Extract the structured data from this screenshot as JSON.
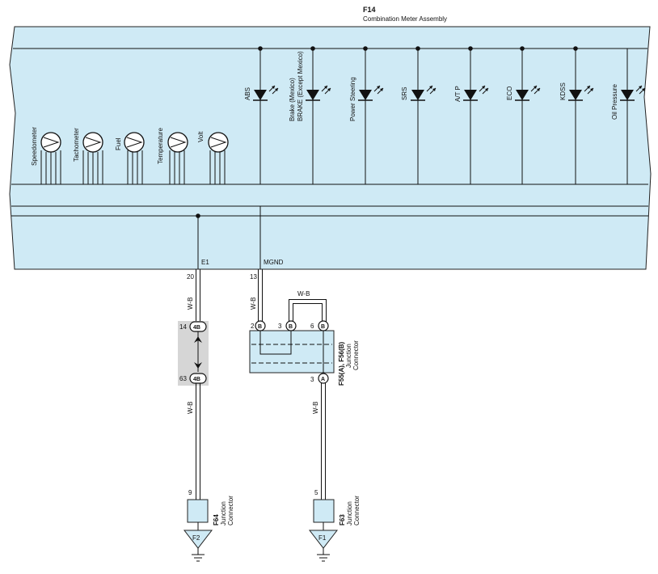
{
  "meter": {
    "code": "F14",
    "name": "Combination Meter Assembly"
  },
  "gauges": [
    {
      "label": "Speedometer",
      "icon": "gauge-icon"
    },
    {
      "label": "Tachometer",
      "icon": "gauge-icon"
    },
    {
      "label": "Fuel",
      "icon": "gauge-icon"
    },
    {
      "label": "Temperature",
      "icon": "gauge-icon"
    },
    {
      "label": "Volt",
      "icon": "gauge-icon"
    }
  ],
  "indicators": [
    {
      "lines": [
        "ABS"
      ],
      "icon": "led-icon"
    },
    {
      "lines": [
        "Brake (Mexico)",
        "BRAKE (Except Mexico)"
      ],
      "icon": "led-icon"
    },
    {
      "lines": [
        "Power Steering"
      ],
      "icon": "led-icon"
    },
    {
      "lines": [
        "SRS"
      ],
      "icon": "led-icon"
    },
    {
      "lines": [
        "A/T P"
      ],
      "icon": "led-icon"
    },
    {
      "lines": [
        "ECO"
      ],
      "icon": "led-icon"
    },
    {
      "lines": [
        "KDSS"
      ],
      "icon": "led-icon"
    },
    {
      "lines": [
        "Oil Pressure"
      ],
      "icon": "led-icon"
    }
  ],
  "terminals": {
    "e1": {
      "name": "E1",
      "pin": "20"
    },
    "mgnd": {
      "name": "MGND",
      "pin": "13"
    }
  },
  "wire_color": "W-B",
  "inline_connector": {
    "code": "4B",
    "top_pin": "14",
    "bottom_pin": "63"
  },
  "junction_f55": {
    "line1": "F55(A), F56(B)",
    "line2": "Junction",
    "line3": "Connector",
    "pins": [
      {
        "pin": "2",
        "letter": "B"
      },
      {
        "pin": "3",
        "letter": "B"
      },
      {
        "pin": "6",
        "letter": "B"
      }
    ],
    "out_pin": "3",
    "out_letter": "A"
  },
  "junction_f64": {
    "code": "F64",
    "line2": "Junction",
    "line3": "Connector",
    "pin": "9"
  },
  "junction_f63": {
    "code": "F63",
    "line2": "Junction",
    "line3": "Connector",
    "pin": "5"
  },
  "grounds": [
    {
      "label": "F2",
      "icon": "ground-icon"
    },
    {
      "label": "F1",
      "icon": "ground-icon"
    }
  ],
  "colors": {
    "panel": "#cfeaf5",
    "connector_shade": "#d6d6d6",
    "line": "#111111"
  }
}
